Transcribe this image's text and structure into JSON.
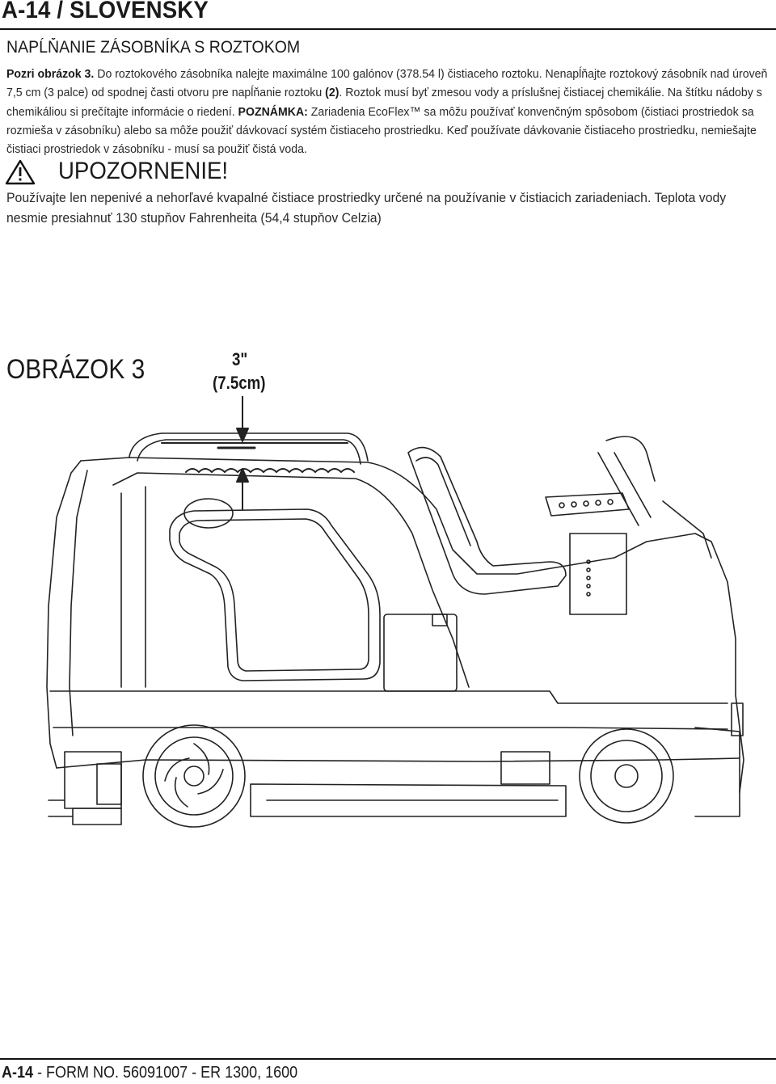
{
  "header": {
    "title": "A-14 / SLOVENSKY"
  },
  "section": {
    "heading": "NAPĹŇANIE ZÁSOBNÍKA S ROZTOKOM",
    "ref": "Pozri obrázok 3.",
    "text1": " Do roztokového zásobníka nalejte maximálne 100 galónov (378.54 l) čistiaceho roztoku.  Nenapĺňajte roztokový zásobník nad úroveň 7,5 cm (3 palce) od spodnej časti otvoru pre napĺňanie roztoku ",
    "ref2": "(2)",
    "text2": ". Roztok musí byť zmesou vody a príslušnej čistiacej chemikálie.  Na štítku nádoby s chemikáliou si prečítajte informácie o riedení.  ",
    "note_label": "POZNÁMKA:",
    "note_text": " Zariadenia EcoFlex™ sa môžu používať konvenčným spôsobom (čistiaci prostriedok sa rozmieša v zásobníku) alebo sa môže použiť dávkovací systém čistiaceho prostriedku. Keď používate dávkovanie čistiaceho prostriedku, nemiešajte čistiaci prostriedok v zásobníku - musí sa použiť čistá voda."
  },
  "warning": {
    "title": "UPOZORNENIE!",
    "line1": "Používajte len nepenivé a nehorľavé kvapalné čistiace prostriedky určené na používanie v čistiacich zariadeniach.  Teplota vody",
    "line2": "nesmie presiahnuť 130 stupňov Fahrenheita (54,4 stupňov Celzia)"
  },
  "figure": {
    "label": "OBRÁZOK 3",
    "dimension_in": "3\"",
    "dimension_cm": "(7.5cm)"
  },
  "footer": {
    "page": "A-14",
    "text": " - FORM NO. 56091007 - ER 1300, 1600"
  }
}
